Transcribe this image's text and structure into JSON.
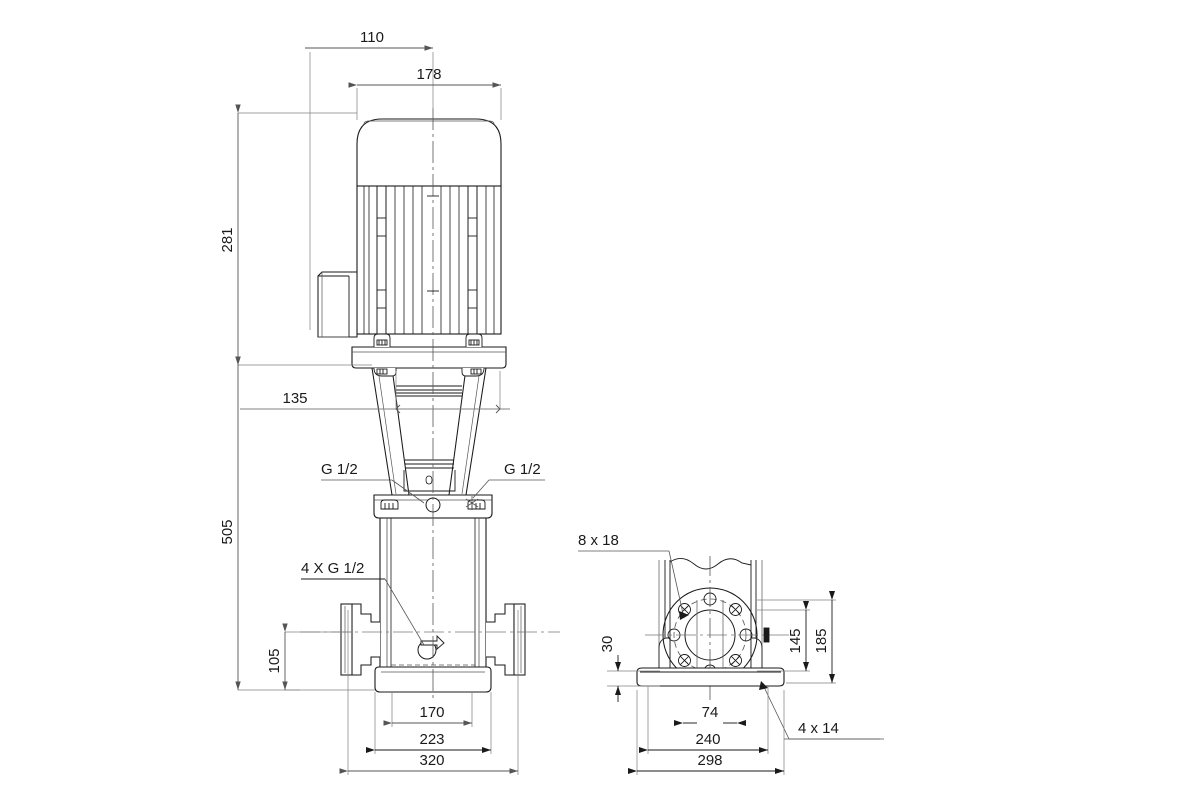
{
  "drawing": {
    "type": "engineering-dimensional-drawing",
    "subject": "vertical multistage centrifugal pump",
    "views": [
      "front-elevation",
      "bottom-end-view"
    ],
    "units": "mm",
    "background": "#ffffff",
    "line_color": "#1a1a1a",
    "thin_line_color": "#808080",
    "text_color": "#1a1a1a"
  },
  "front_view": {
    "dimensions": {
      "motor_offset_110": "110",
      "motor_width_178": "178",
      "motor_height_281": "281",
      "bracket_width_135": "135",
      "pump_height_505": "505",
      "port_height_105": "105",
      "base_inner_170": "170",
      "base_mid_223": "223",
      "base_outer_320": "320"
    },
    "callouts": {
      "vent_left": "G 1/2",
      "vent_right": "G 1/2",
      "drain_plugs": "4 X G 1/2"
    }
  },
  "end_view": {
    "dimensions": {
      "flange_height_145": "145",
      "overall_height_185": "185",
      "base_thickness_30": "30",
      "slot_spacing_74": "74",
      "bolt_spacing_240": "240",
      "base_width_298": "298"
    },
    "callouts": {
      "flange_bolts": "8 x 18",
      "base_holes": "4 x 14"
    }
  }
}
